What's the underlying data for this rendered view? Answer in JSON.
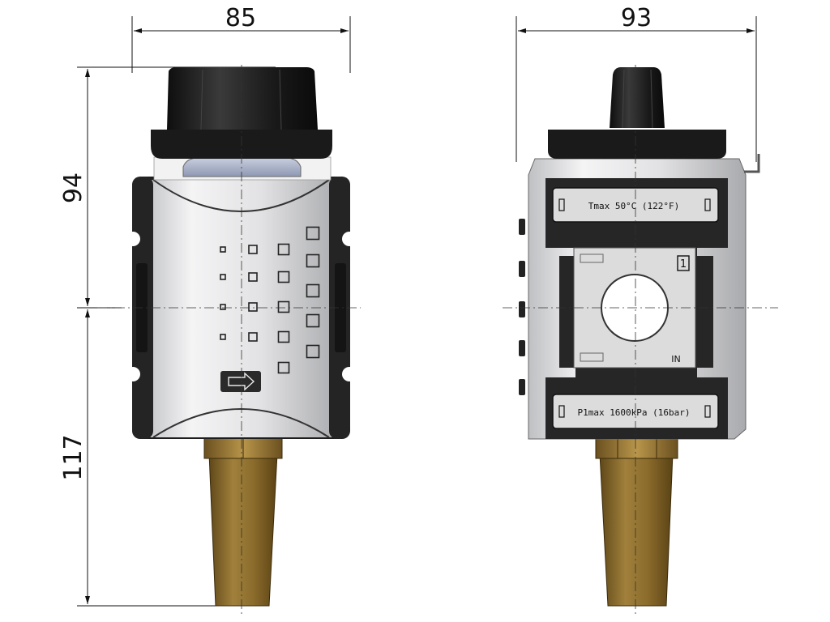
{
  "dimensions": {
    "front_width": "85",
    "side_width": "93",
    "upper_height": "94",
    "lower_height": "117"
  },
  "side_labels": {
    "temperature": "Tmax 50°C (122°F)",
    "pressure": "P1max 1600kPa (16bar)",
    "port_number": "1",
    "port_direction": "IN"
  },
  "colors": {
    "knob": "#1c1c1c",
    "body_dark": "#2b2b2b",
    "body_light": "#e9e9ea",
    "window_blue": "#a9b3c9",
    "bronze": "#8a6b2c"
  }
}
